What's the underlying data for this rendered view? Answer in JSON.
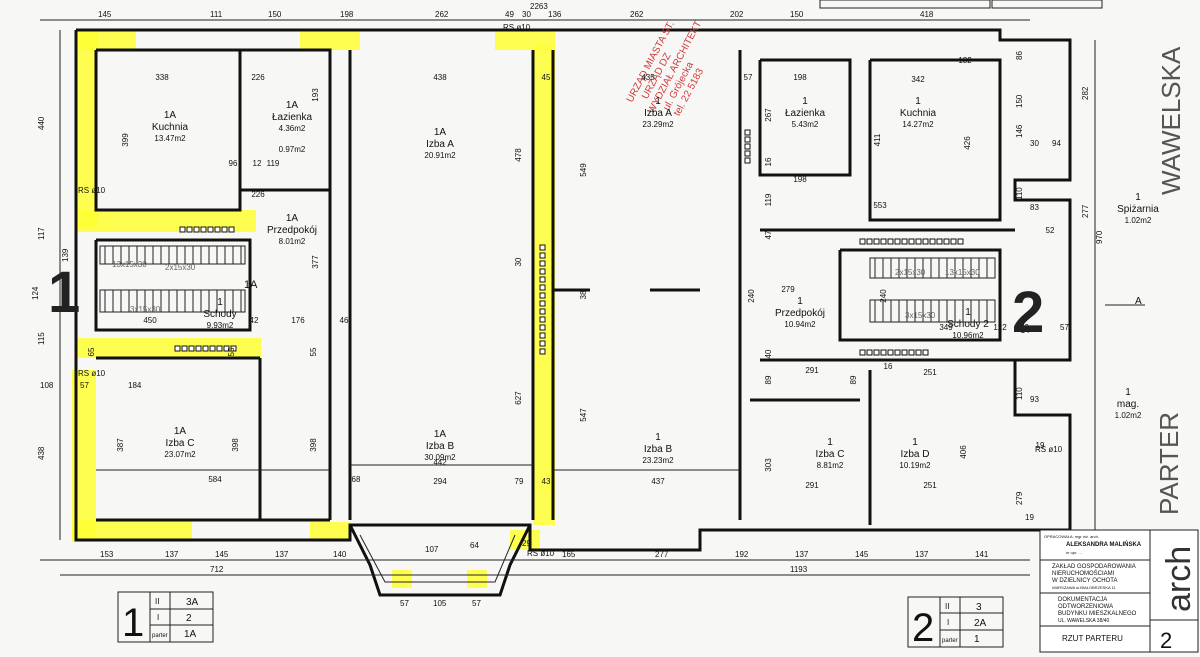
{
  "street_label": "WAWELSKA",
  "floor_label": "PARTER",
  "stamp_text": [
    "URZĄD MIASTA ST.",
    "URZĄD DZ",
    "WYDZIAŁ ARCHITEKT",
    "ul. Grójecka",
    "tel. 22 5183"
  ],
  "top_dims": [
    "145",
    "111",
    "150",
    "198",
    "262",
    "49",
    "30",
    "136",
    "262",
    "202",
    "150",
    "418",
    "2263"
  ],
  "bottom_dims": [
    "153",
    "137",
    "145",
    "137",
    "140",
    "107",
    "64",
    "29",
    "165",
    "277",
    "192",
    "137",
    "145",
    "137",
    "141",
    "712",
    "1193",
    "57",
    "105",
    "57"
  ],
  "left_dims": [
    "440",
    "117",
    "139",
    "124",
    "115",
    "438",
    "108",
    "57",
    "184"
  ],
  "right_dims": [
    "86",
    "150",
    "282",
    "146",
    "30",
    "94",
    "110",
    "83",
    "277",
    "970",
    "29",
    "57",
    "110",
    "93",
    "279",
    "19"
  ],
  "inner_dims": [
    "338",
    "226",
    "438",
    "45",
    "435",
    "57",
    "198",
    "342",
    "132",
    "399",
    "193",
    "478",
    "549",
    "267",
    "411",
    "426",
    "96",
    "12",
    "119",
    "16",
    "226",
    "198",
    "553",
    "52",
    "377",
    "30",
    "38",
    "240",
    "279",
    "240",
    "47",
    "119",
    "450",
    "42",
    "176",
    "46",
    "349",
    "122",
    "14",
    "65",
    "55",
    "55",
    "40",
    "89",
    "291",
    "89",
    "251",
    "16",
    "387",
    "398",
    "398",
    "627",
    "547",
    "303",
    "406",
    "584",
    "442",
    "68",
    "294",
    "79",
    "43",
    "437",
    "291",
    "251",
    "19"
  ],
  "rooms": [
    {
      "unit": "1A",
      "name": "Kuchnia",
      "area": "13.47m2"
    },
    {
      "unit": "1A",
      "name": "Łazienka",
      "area": "4.36m2"
    },
    {
      "unit": "",
      "name": "",
      "area": "0.97m2"
    },
    {
      "unit": "1A",
      "name": "Izba A",
      "area": "20.91m2"
    },
    {
      "unit": "1",
      "name": "Izba A",
      "area": "23.29m2"
    },
    {
      "unit": "1",
      "name": "Łazienka",
      "area": "5.43m2"
    },
    {
      "unit": "1",
      "name": "Kuchnia",
      "area": "14.27m2"
    },
    {
      "unit": "1A",
      "name": "Przedpokój",
      "area": "8.01m2"
    },
    {
      "unit": "1",
      "name": "Spiżarnia",
      "area": "1.02m2"
    },
    {
      "unit": "1",
      "name": "Schody",
      "area": "9.93m2"
    },
    {
      "unit": "1",
      "name": "Przedpokój",
      "area": "10.94m2"
    },
    {
      "unit": "1",
      "name": "Schody 2",
      "area": "10.96m2"
    },
    {
      "unit": "1A",
      "name": "Izba C",
      "area": "23.07m2"
    },
    {
      "unit": "1A",
      "name": "Izba B",
      "area": "30.09m2"
    },
    {
      "unit": "1",
      "name": "Izba B",
      "area": "23.23m2"
    },
    {
      "unit": "1",
      "name": "Izba C",
      "area": "8.81m2"
    },
    {
      "unit": "1",
      "name": "Izba D",
      "area": "10.19m2"
    },
    {
      "unit": "1",
      "name": "mag.",
      "area": "1.02m2"
    }
  ],
  "stair_labels": [
    "13x15x30",
    "2x15x30",
    "3x15x30",
    "2x15x30",
    "13x15x30",
    "3x15x30"
  ],
  "side_labels": {
    "unit_1A_marker": "1A",
    "rs_marks": [
      "RS ø10",
      "RS ø10",
      "RS ø10",
      "RS ø10",
      "RS ø10"
    ],
    "section_mark": "A"
  },
  "staircase_numbers": [
    "1",
    "2"
  ],
  "legend_left": {
    "big": "1",
    "rows": [
      {
        "k": "II",
        "v": "3A"
      },
      {
        "k": "I",
        "v": "2"
      },
      {
        "k": "parter",
        "v": "1A"
      }
    ]
  },
  "legend_right": {
    "big": "2",
    "rows": [
      {
        "k": "II",
        "v": "3"
      },
      {
        "k": "I",
        "v": "2A"
      },
      {
        "k": "parter",
        "v": "1"
      }
    ]
  },
  "titleblock": {
    "author_small": "OPRACOWAŁA: mgr inż. arch.",
    "author_name": "ALEKSANDRA MALIŃSKA",
    "author_lic": "nr upr. ...",
    "office": [
      "ZAKŁAD GOSPODAROWANIA",
      "NIERUCHOMOŚCIAMI",
      "W DZIELNICY OCHOTA",
      "WARSZAWA ul.BIAŁOBRZESKA 11"
    ],
    "doc": [
      "DOKUMENTACJA",
      "ODTWORZENIOWA",
      "BUDYNKU MIESZKALNEGO",
      "UL. WAWELSKA 38/40"
    ],
    "drawing": "RZUT PARTERU",
    "sheet": "2",
    "logo": "arch"
  },
  "colors": {
    "highlight": "#ffff33",
    "ink": "#111111",
    "stamp": "#d03a3a",
    "paper": "#f7f7f5"
  }
}
